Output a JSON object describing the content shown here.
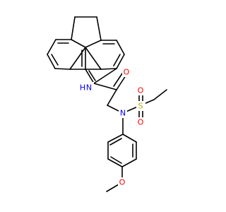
{
  "molecule": {
    "colors": {
      "bond": "#000000",
      "N": "#0000ff",
      "O": "#ff0000",
      "S": "#b3b300",
      "background": "#ffffff"
    },
    "atom_labels": {
      "amide_n": "N",
      "amide_h": "H",
      "carbonyl_o": "O",
      "sulfonamide_n": "N",
      "sulfur": "S",
      "sulfonyl_o_upper": "O",
      "sulfonyl_o_lower": "O",
      "methoxy_o": "O"
    }
  }
}
